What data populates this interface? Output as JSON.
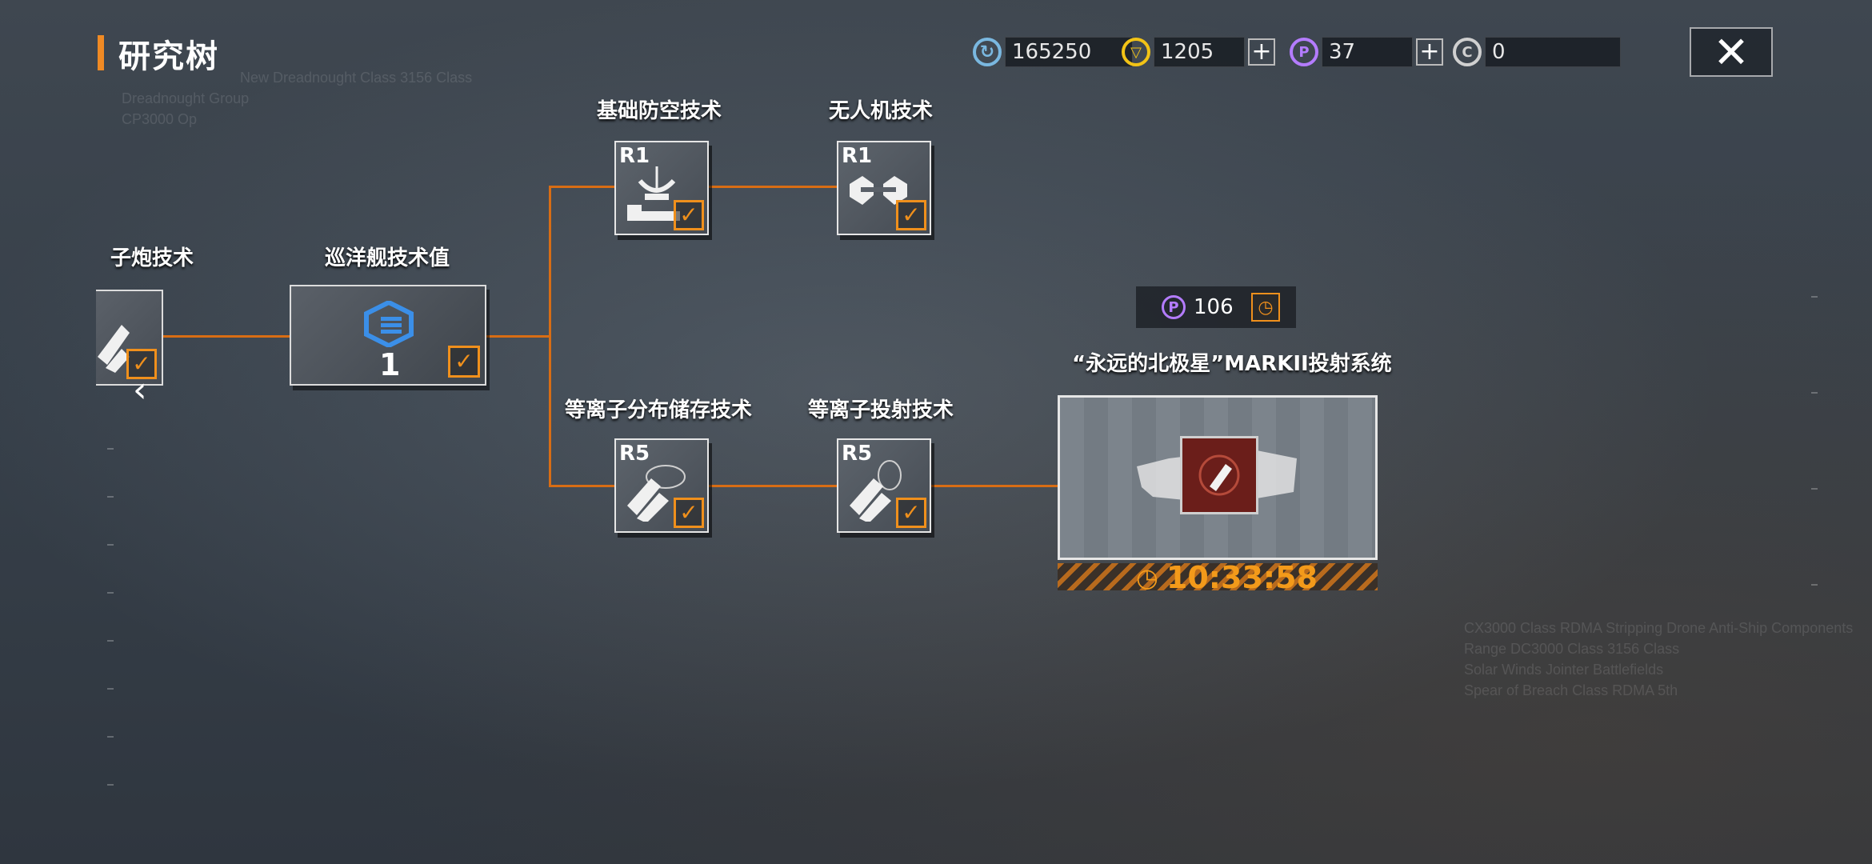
{
  "header": {
    "title": "研究树"
  },
  "resources": [
    {
      "icon": "refresh-coin-icon",
      "value": "165250",
      "color": "#7ab8e0"
    },
    {
      "icon": "gold-triangle-icon",
      "value": "1205",
      "color": "#f2c316"
    },
    {
      "icon": "purple-p-icon",
      "value": "37",
      "color": "#b47cff"
    },
    {
      "icon": "gray-c-icon",
      "value": "0",
      "color": "#d0d0d0"
    }
  ],
  "plus_label": "+",
  "close_label": "✕",
  "background_text": {
    "top_left": [
      "New Dreadnought Class 3156 Class",
      "Dreadnought Group",
      "CP3000 Op"
    ],
    "bottom_right": [
      "CX3000 Class RDMA Stripping Drone Anti-Ship Components",
      "Range DC3000 Class 3156 Class",
      "Solar Winds Jointer Battlefields",
      "Spear of Breach Class RDMA 5th"
    ]
  },
  "nodes": {
    "left": {
      "label": "子炮技术"
    },
    "cruiser": {
      "label": "巡洋舰技术值",
      "value": "1"
    },
    "aa": {
      "label": "基础防空技术",
      "rank": "R1"
    },
    "drone": {
      "label": "无人机技术",
      "rank": "R1"
    },
    "plasma_storage": {
      "label": "等离子分布储存技术",
      "rank": "R5"
    },
    "plasma_proj": {
      "label": "等离子投射技术",
      "rank": "R5"
    },
    "final": {
      "label": "“永远的北极星”MARKII投射系统",
      "cost": "106",
      "timer": "10:33:58"
    }
  },
  "check_mark": "✓",
  "back_arrow": "‹",
  "colors": {
    "accent": "#f08a24",
    "line": "#d86d14",
    "timer": "#f39a1a"
  }
}
